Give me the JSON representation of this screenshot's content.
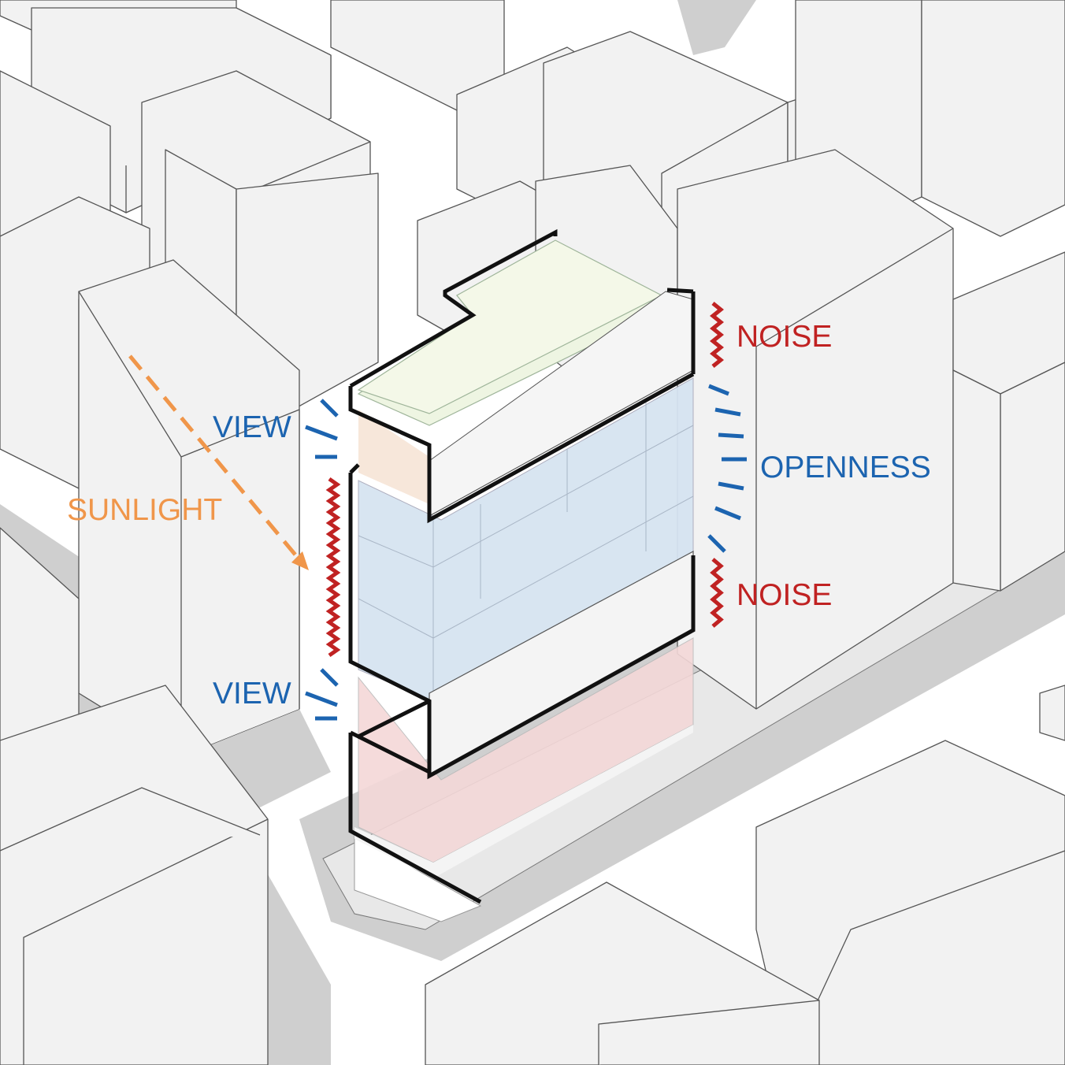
{
  "labels": {
    "view_top": "VIEW",
    "view_bottom": "VIEW",
    "noise_top": "NOISE",
    "noise_bottom": "NOISE",
    "openness": "OPENNESS",
    "sunlight": "SUNLIGHT"
  },
  "colors": {
    "view": "#1c64b0",
    "noise": "#c02222",
    "sunlight": "#f0964a",
    "outline": "#111111",
    "context_fill": "#f2f2f2",
    "context_line": "#555555",
    "road": "#cfcfcf",
    "roof_glass": "#eef5e2",
    "blue_glass": "#d6e4f1",
    "red_glass": "#f4d8d8",
    "orange_glass": "#f6e4d6"
  }
}
